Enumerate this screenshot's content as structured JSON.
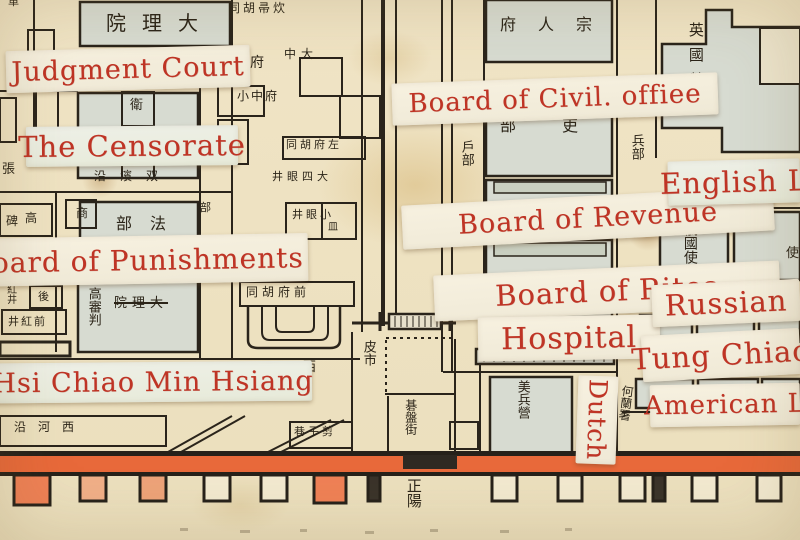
{
  "colors": {
    "paper": "#efe3c4",
    "ink": "#2a241b",
    "building_fill": "#d7dbd1",
    "label_red": "#bf3425",
    "strip_paper": "#f5efdd",
    "wall_orange": "#e8693a",
    "wall_battlement_orange": "#ef8156"
  },
  "english_labels": [
    {
      "id": "judgment-court",
      "text": "Judgment Court"
    },
    {
      "id": "the-censorate",
      "text": "The Censorate"
    },
    {
      "id": "board-of-punishments",
      "text": "Board of Punishments"
    },
    {
      "id": "board-of-civil-office",
      "text": "Board of Civil. offiee"
    },
    {
      "id": "board-of-revenue",
      "text": "Board of Revenue"
    },
    {
      "id": "board-of-rites",
      "text": "Board of Rites"
    },
    {
      "id": "hospital",
      "text": "Hospital"
    },
    {
      "id": "english-legation",
      "text": "English L"
    },
    {
      "id": "russian",
      "text": "Russian"
    },
    {
      "id": "tung-chiao",
      "text": "Tung Chiao"
    },
    {
      "id": "dutch",
      "text": "Dutch"
    },
    {
      "id": "american-legation",
      "text": "American L"
    },
    {
      "id": "hsi-chiao-min-hsiang",
      "text": "Hsi Chiao Min Hsiang"
    }
  ],
  "chinese_labels": [
    {
      "id": "dali-yuan",
      "text": "院理大"
    },
    {
      "id": "chuizhou-hutong",
      "text": "同胡帚炊"
    },
    {
      "id": "fu",
      "text": "府"
    },
    {
      "id": "zhong-da",
      "text": "中大"
    },
    {
      "id": "xiao-zhong-fu",
      "text": "小中府"
    },
    {
      "id": "zuofu-hutong",
      "text": "同胡府左"
    },
    {
      "id": "da-siyan-jing",
      "text": "井眼四大"
    },
    {
      "id": "xiaoyan-jing",
      "text": "井眼小"
    },
    {
      "id": "min",
      "text": "皿"
    },
    {
      "id": "qianfu-hutong",
      "text": "同胡府前"
    },
    {
      "id": "fa-bu",
      "text": "部法"
    },
    {
      "id": "shuang-bin-yan",
      "text": "沿濱双"
    },
    {
      "id": "bei",
      "text": "碑"
    },
    {
      "id": "gao",
      "text": "高"
    },
    {
      "id": "shang",
      "text": "商"
    },
    {
      "id": "hong-jing",
      "text": "紅井"
    },
    {
      "id": "hou",
      "text": "後"
    },
    {
      "id": "qian-hong-jing",
      "text": "井紅前"
    },
    {
      "id": "gao-shen-pan",
      "text": "高審判"
    },
    {
      "id": "dali-yuan-struck",
      "text": "院理大"
    },
    {
      "id": "zongren-fu",
      "text": "府人宗"
    },
    {
      "id": "li-bu",
      "text": "部吏"
    },
    {
      "id": "hu-bu",
      "text": "戶部"
    },
    {
      "id": "bing-bu",
      "text": "兵部"
    },
    {
      "id": "yingguo-ying",
      "text": "英國營"
    },
    {
      "id": "eguo-shi",
      "text": "俄國使"
    },
    {
      "id": "meibing-ying",
      "text": "美兵營"
    },
    {
      "id": "helan-shu",
      "text": "何蘭署"
    },
    {
      "id": "pi-shi",
      "text": "皮市"
    },
    {
      "id": "xi",
      "text": "西"
    },
    {
      "id": "qipan-jie",
      "text": "碁盤街"
    },
    {
      "id": "jianzi-xiang",
      "text": "巷子剪"
    },
    {
      "id": "yan-he-xi",
      "text": "沿河西"
    },
    {
      "id": "zhengyang",
      "text": "正陽"
    },
    {
      "id": "zhang",
      "text": "張"
    },
    {
      "id": "wei",
      "text": "衛"
    },
    {
      "id": "che",
      "text": "車"
    },
    {
      "id": "bu",
      "text": "部"
    },
    {
      "id": "shi",
      "text": "使"
    }
  ]
}
